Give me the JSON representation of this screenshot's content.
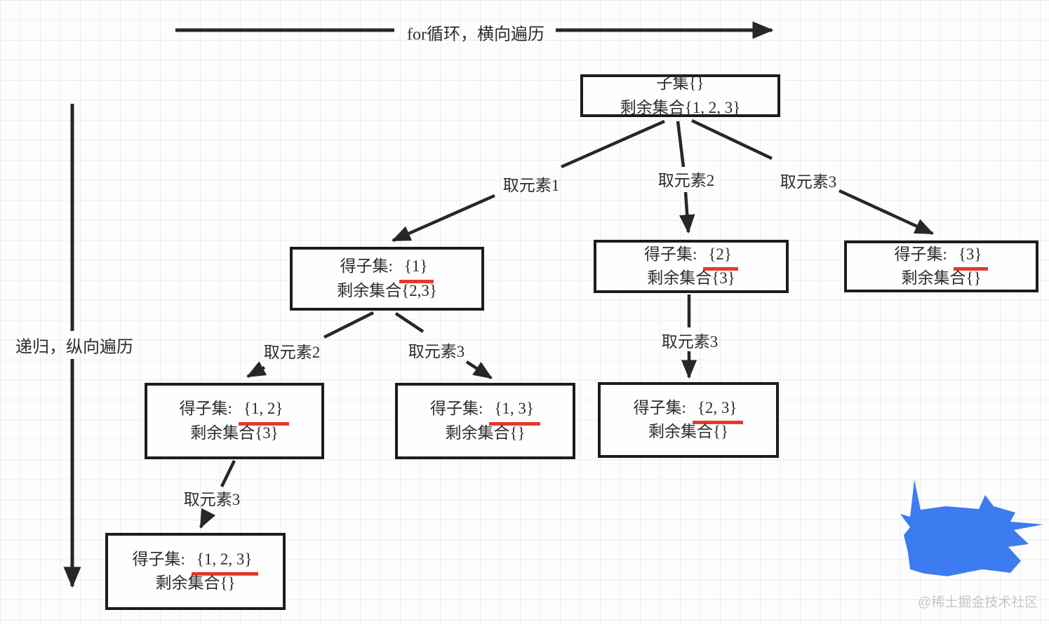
{
  "axes": {
    "horizontal_label": "for循环，横向遍历",
    "vertical_label": "递归，纵向遍历"
  },
  "nodes": [
    {
      "id": "root",
      "line1": "子集{}",
      "line2": "剩余集合{1, 2, 3}"
    },
    {
      "id": "subset-1",
      "prefix": "得子集:",
      "subset": "{1}",
      "line2": "剩余集合{2,3}"
    },
    {
      "id": "subset-2",
      "prefix": "得子集:",
      "subset": "{2}",
      "line2": "剩余集合{3}"
    },
    {
      "id": "subset-3",
      "prefix": "得子集:",
      "subset": "{3}",
      "line2": "剩余集合{}"
    },
    {
      "id": "subset-1-2",
      "prefix": "得子集:",
      "subset": "{1, 2}",
      "line2": "剩余集合{3}"
    },
    {
      "id": "subset-1-3",
      "prefix": "得子集:",
      "subset": "{1, 3}",
      "line2": "剩余集合{}"
    },
    {
      "id": "subset-2-3",
      "prefix": "得子集:",
      "subset": "{2, 3}",
      "line2": "剩余集合{}"
    },
    {
      "id": "subset-1-2-3",
      "prefix": "得子集:",
      "subset": "{1, 2, 3}",
      "line2": "剩余集合{}"
    }
  ],
  "edges": [
    {
      "label": "取元素1"
    },
    {
      "label": "取元素2"
    },
    {
      "label": "取元素3"
    },
    {
      "label": "取元素2"
    },
    {
      "label": "取元素3"
    },
    {
      "label": "取元素3"
    },
    {
      "label": "取元素3"
    }
  ],
  "watermark": "@稀土掘金技术社区",
  "colors": {
    "line": "#272727",
    "box_border": "#1c1c1c",
    "underline_red": "#e6392b",
    "scribble_blue": "#3d7cf0",
    "watermark_gray": "#c6c6c6"
  }
}
